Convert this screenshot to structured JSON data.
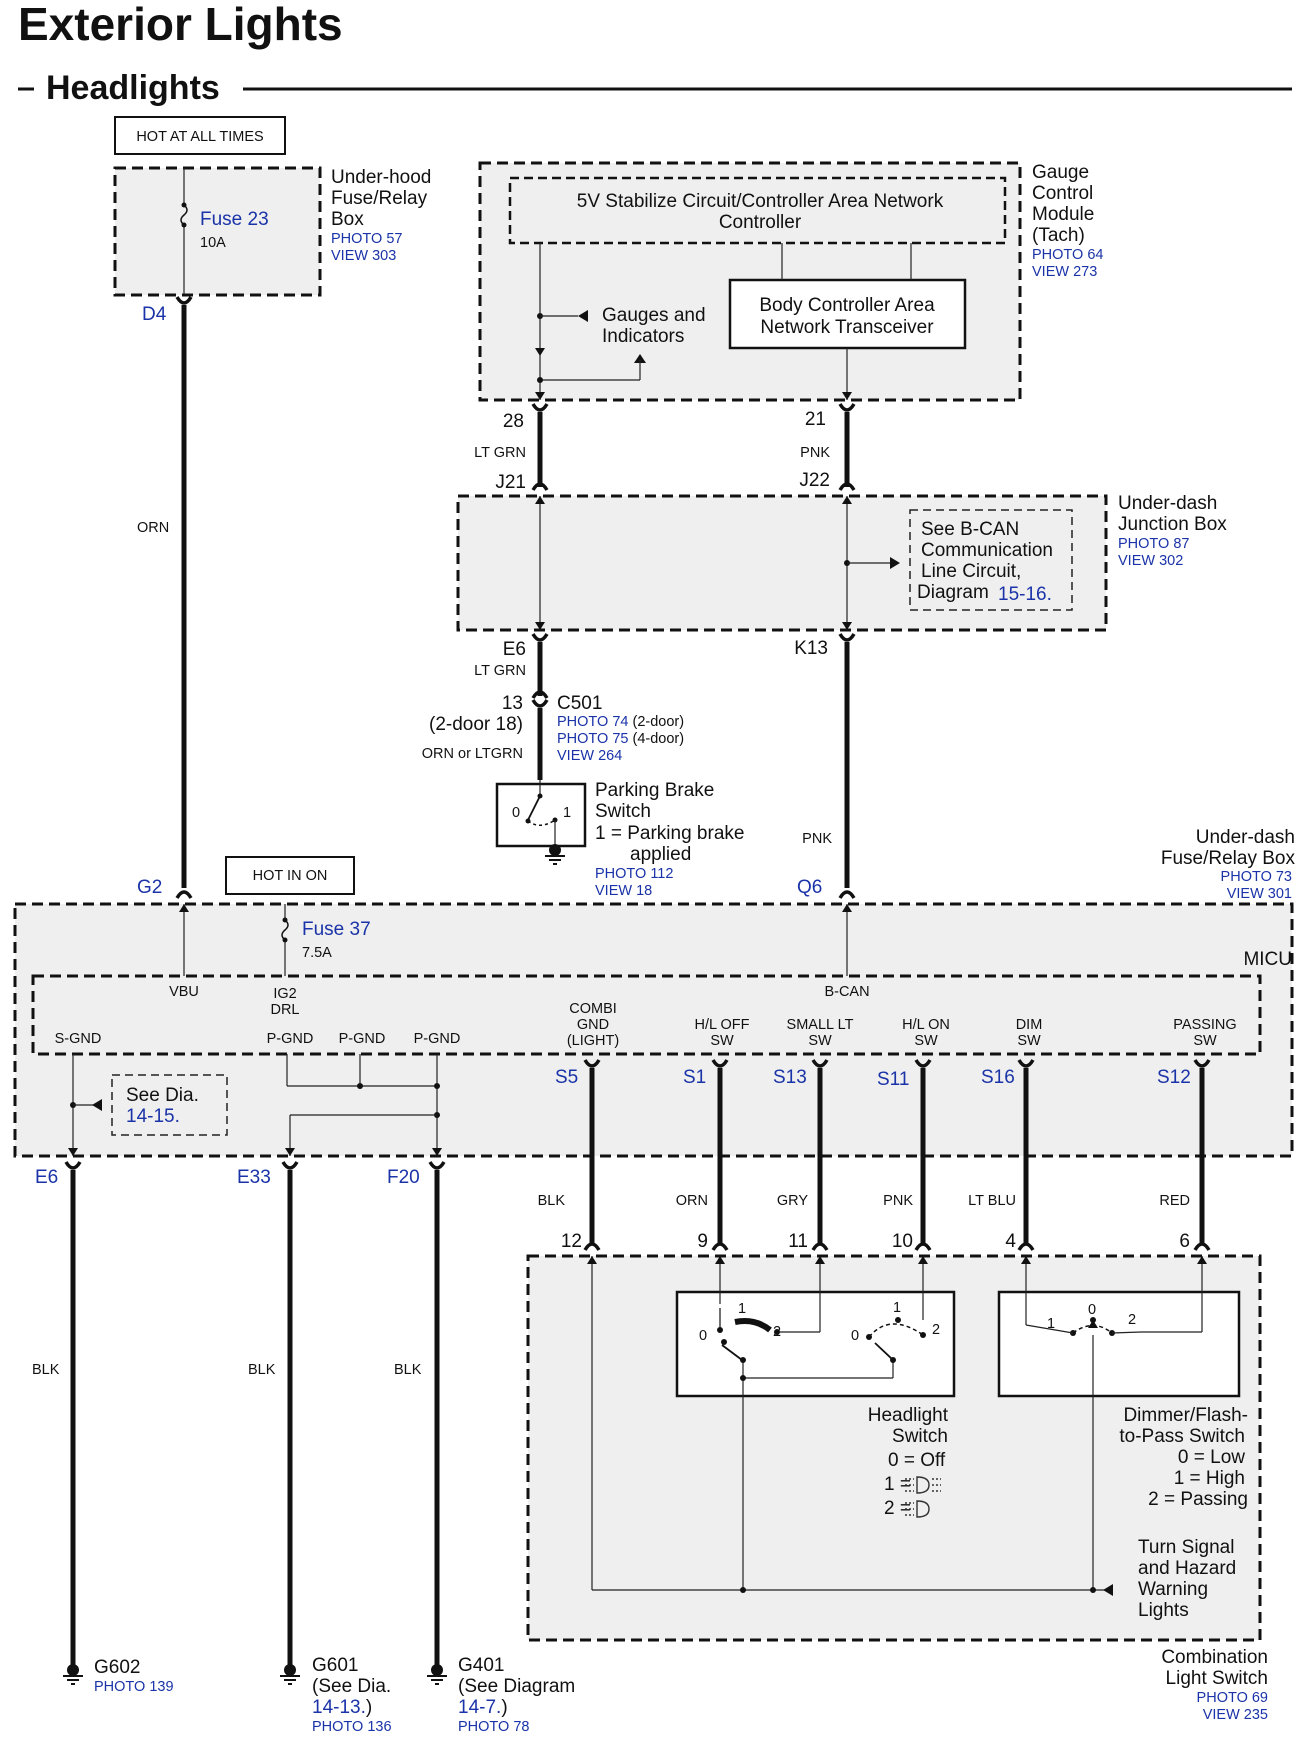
{
  "title": "Exterior Lights",
  "subtitle": "Headlights",
  "top_labels": {
    "hot_at_all_times": "HOT AT ALL TIMES",
    "hot_in_on": "HOT IN ON"
  },
  "underhood_box": {
    "fuse": "Fuse 23",
    "rating": "10A",
    "name": [
      "Under-hood",
      "Fuse/Relay",
      "Box"
    ],
    "photo": "PHOTO 57",
    "view": "VIEW 303",
    "pin": "D4"
  },
  "gauge_module": {
    "name": [
      "Gauge",
      "Control",
      "Module",
      "(Tach)"
    ],
    "photo": "PHOTO 64",
    "view": "VIEW 273",
    "controller": [
      "5V Stabilize Circuit/Controller Area Network",
      "Controller"
    ],
    "gauges": [
      "Gauges and",
      "Indicators"
    ],
    "transceiver": [
      "Body Controller Area",
      "Network Transceiver"
    ],
    "pin_left": "28",
    "pin_right": "21"
  },
  "wire_colors": {
    "orn": "ORN",
    "lt_grn": "LT GRN",
    "pnk": "PNK",
    "blk": "BLK",
    "gry": "GRY",
    "lt_blu": "LT BLU",
    "red": "RED",
    "orn_or_ltgrn": "ORN or LTGRN"
  },
  "junction_box": {
    "name": [
      "Under-dash",
      "Junction Box"
    ],
    "photo": "PHOTO 87",
    "view": "VIEW 302",
    "pin_j21": "J21",
    "pin_j22": "J22",
    "pin_e6": "E6",
    "pin_k13": "K13",
    "see_bcan": [
      "See B-CAN",
      "Communication",
      "Line Circuit,",
      "Diagram"
    ],
    "see_bcan_ref": "15-16."
  },
  "connector_c501": {
    "name": "C501",
    "pin": "13",
    "pin_alt": "(2-door 18)",
    "photo1": "PHOTO 74",
    "photo1_note": "(2-door)",
    "photo2": "PHOTO 75",
    "photo2_note": "(4-door)",
    "view": "VIEW 264"
  },
  "parking_brake": {
    "name": [
      "Parking Brake",
      "Switch"
    ],
    "legend": [
      "1 = Parking brake",
      "applied"
    ],
    "photo": "PHOTO 112",
    "view": "VIEW 18",
    "pos0": "0",
    "pos1": "1"
  },
  "micu_box": {
    "name": [
      "Under-dash",
      "Fuse/Relay Box"
    ],
    "photo": "PHOTO 73",
    "view": "VIEW 301",
    "micu": "MICU",
    "fuse": "Fuse 37",
    "rating": "7.5A",
    "pin_g2": "G2",
    "pin_q6": "Q6",
    "vbu": "VBU",
    "ig2": "IG2",
    "drl": "DRL",
    "bcan": "B-CAN",
    "s_gnd": "S-GND",
    "p_gnd": "P-GND",
    "combi": [
      "COMBI",
      "GND",
      "(LIGHT)"
    ],
    "hl_off": [
      "H/L OFF",
      "SW"
    ],
    "small_lt": [
      "SMALL LT",
      "SW"
    ],
    "hl_on": [
      "H/L ON",
      "SW"
    ],
    "dim": [
      "DIM",
      "SW"
    ],
    "passing": [
      "PASSING",
      "SW"
    ],
    "see_dia": "See Dia.",
    "see_dia_ref": "14-15.",
    "pins_bottom": [
      "E6",
      "E33",
      "F20"
    ],
    "pins_s": [
      "S5",
      "S1",
      "S13",
      "S11",
      "S16",
      "S12"
    ]
  },
  "combo_switch": {
    "pins": [
      "12",
      "9",
      "11",
      "10",
      "4",
      "6"
    ],
    "name": [
      "Combination",
      "Light Switch"
    ],
    "photo": "PHOTO 69",
    "view": "VIEW 235",
    "headlight": [
      "Headlight",
      "Switch"
    ],
    "headlight_legend": [
      "0 = Off",
      "1 =",
      "2 ="
    ],
    "dimmer": [
      "Dimmer/Flash-",
      "to-Pass Switch"
    ],
    "dimmer_legend": [
      "0 = Low",
      "1 = High",
      "2 = Passing"
    ],
    "turn": [
      "Turn Signal",
      "and Hazard",
      "Warning",
      "Lights"
    ],
    "sw_pos": [
      "0",
      "1",
      "2"
    ]
  },
  "grounds": [
    {
      "name": "G602",
      "lines": [],
      "ref": "",
      "photo": "PHOTO 139"
    },
    {
      "name": "G601",
      "lines": [
        "(See Dia.",
        ""
      ],
      "ref": "14-13.",
      "suffix": ")",
      "photo": "PHOTO 136"
    },
    {
      "name": "G401",
      "lines": [
        "(See Diagram",
        ""
      ],
      "ref": "14-7.",
      "suffix": ")",
      "photo": "PHOTO 78"
    }
  ]
}
